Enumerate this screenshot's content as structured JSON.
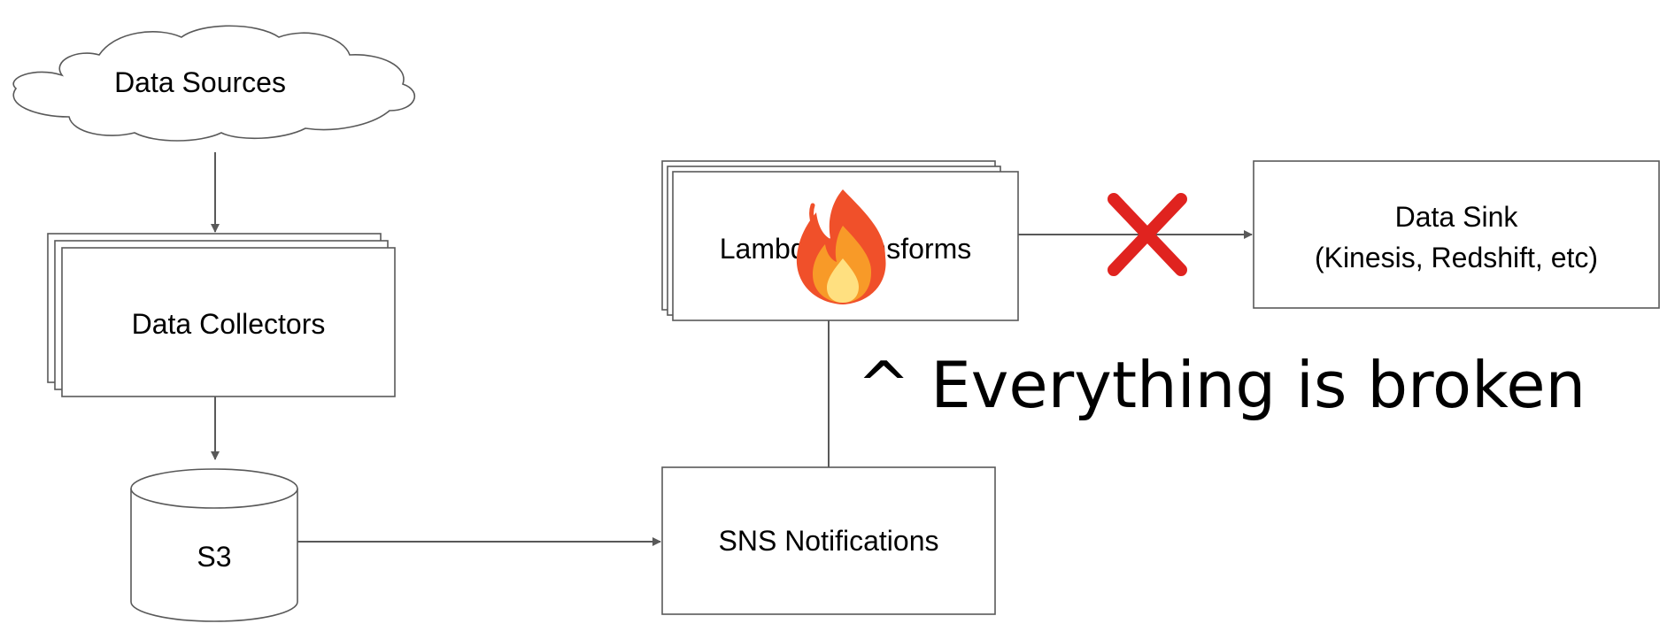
{
  "nodes": {
    "data_sources": "Data Sources",
    "data_collectors": "Data Collectors",
    "s3": "S3",
    "sns": "SNS Notifications",
    "lambda": "Lambda Transforms",
    "sink_line1": "Data Sink",
    "sink_line2": "(Kinesis, Redshift, etc)"
  },
  "annotation": {
    "text": "^ Everything is broken",
    "fire_icon": "fire-emoji",
    "error_icon": "red-x"
  },
  "colors": {
    "stroke": "#595959",
    "error": "#e0231f",
    "fire_outer": "#f0502a",
    "fire_mid": "#f89a28",
    "fire_inner": "#ffe080"
  }
}
